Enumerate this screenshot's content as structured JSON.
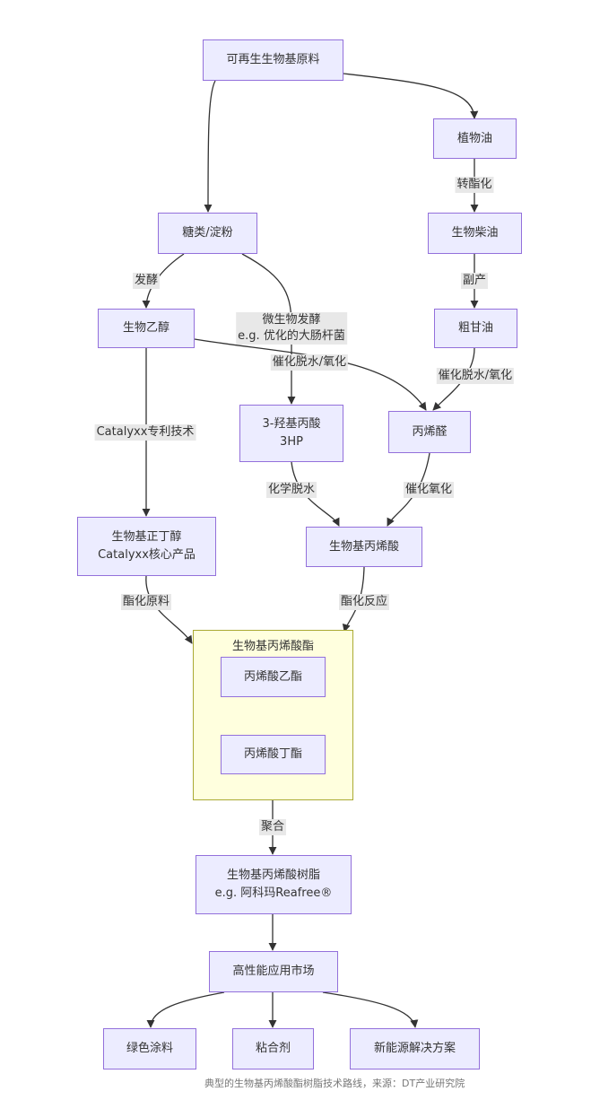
{
  "nodes": {
    "renewable": "可再生生物基原料",
    "veg_oil": "植物油",
    "sugar": "糖类/淀粉",
    "biodiesel": "生物柴油",
    "ethanol": "生物乙醇",
    "glycerol": "粗甘油",
    "hp3_line1": "3-羟基丙酸",
    "hp3_line2": "3HP",
    "acrolein": "丙烯醛",
    "nbutanol_line1": "生物基正丁醇",
    "nbutanol_line2": "Catalyxx核心产品",
    "acrylic_acid": "生物基丙烯酸",
    "ethyl_acrylate": "丙烯酸乙酯",
    "butyl_acrylate": "丙烯酸丁酯",
    "resin_line1": "生物基丙烯酸树脂",
    "resin_line2": "e.g. 阿科玛Reafree®",
    "market": "高性能应用市场",
    "green_coating": "绿色涂料",
    "adhesive": "粘合剂",
    "new_energy": "新能源解决方案"
  },
  "group": {
    "title": "生物基丙烯酸酯"
  },
  "edge_labels": {
    "transesterification": "转酯化",
    "byproduct": "副产",
    "fermentation": "发酵",
    "microbial_line1": "微生物发酵",
    "microbial_line2": "e.g. 优化的大肠杆菌",
    "cat_dehydration_oxidation_1": "催化脱水/氧化",
    "cat_dehydration_oxidation_2": "催化脱水/氧化",
    "catalyxx_tech": "Catalyxx专利技术",
    "chem_dehydration": "化学脱水",
    "cat_oxidation": "催化氧化",
    "esterification_feed": "酯化原料",
    "esterification_reaction": "酯化反应",
    "polymerization": "聚合"
  },
  "caption": "典型的生物基丙烯酸酯树脂技术路线，来源：DT产业研究院",
  "colors": {
    "node_fill": "#ececff",
    "node_border": "#9370db",
    "edge": "#333333",
    "edge_label_bg": "#e8e8e8",
    "group_fill": "#ffffde",
    "group_border": "#aaaa33"
  }
}
